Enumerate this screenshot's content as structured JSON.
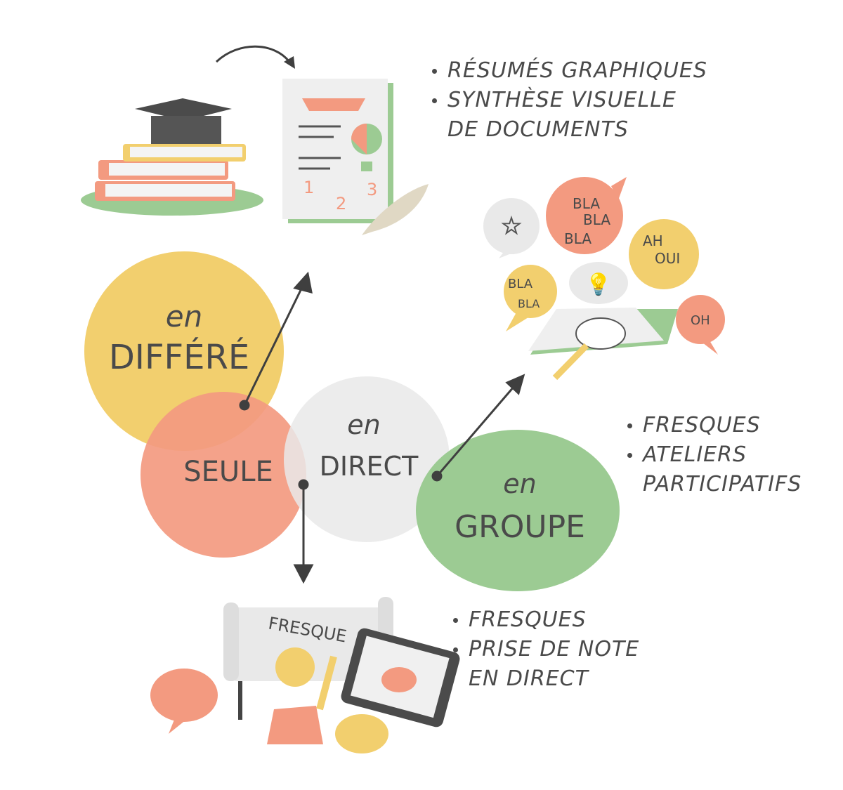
{
  "circles": {
    "differe": {
      "small": "en",
      "big": "DIFFÉRÉ",
      "color": "#f2cf6e"
    },
    "seule": {
      "big": "SEULE",
      "color": "#f39a80"
    },
    "direct": {
      "small": "en",
      "big": "DIRECT",
      "color": "#e9e9e9"
    },
    "groupe": {
      "small": "en",
      "big": "GROUPE",
      "color": "#9ccb93"
    }
  },
  "lists": {
    "top": [
      "RÉSUMÉS GRAPHIQUES",
      "SYNTHÈSE VISUELLE",
      "DE DOCUMENTS"
    ],
    "right": [
      "FRESQUES",
      "ATELIERS",
      "PARTICIPATIFS"
    ],
    "bottom": [
      "FRESQUES",
      "PRISE DE NOTE",
      "EN DIRECT"
    ]
  },
  "illustrations": {
    "bubbles": {
      "b1": "BLA",
      "b2": "BLA",
      "b3": "BLA",
      "ah": "AH",
      "oui": "OUI",
      "bla4": "BLA",
      "bla5": "BLA",
      "oh": "OH"
    },
    "document_numbers": [
      "1",
      "2",
      "3"
    ],
    "fresque_banner": "FRESQUE"
  }
}
